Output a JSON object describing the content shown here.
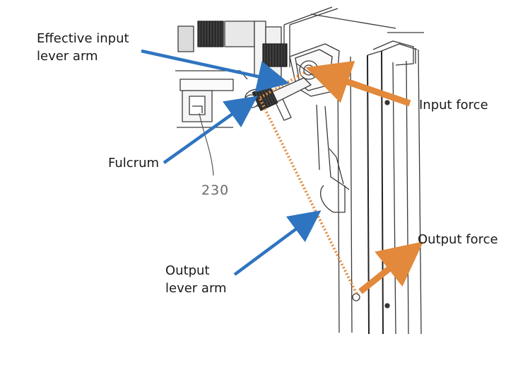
{
  "labels": {
    "effective_input_lever_arm": [
      "Effective input",
      "lever arm"
    ],
    "input_force": "Input force",
    "fulcrum": "Fulcrum",
    "part_number": "230",
    "output_lever_arm": [
      "Output",
      "lever arm"
    ],
    "output_force": "Output force"
  },
  "colors": {
    "blue_arrow": "#2f74c0",
    "orange_arrow": "#e2893b",
    "line_art": "#3a3a3a"
  }
}
